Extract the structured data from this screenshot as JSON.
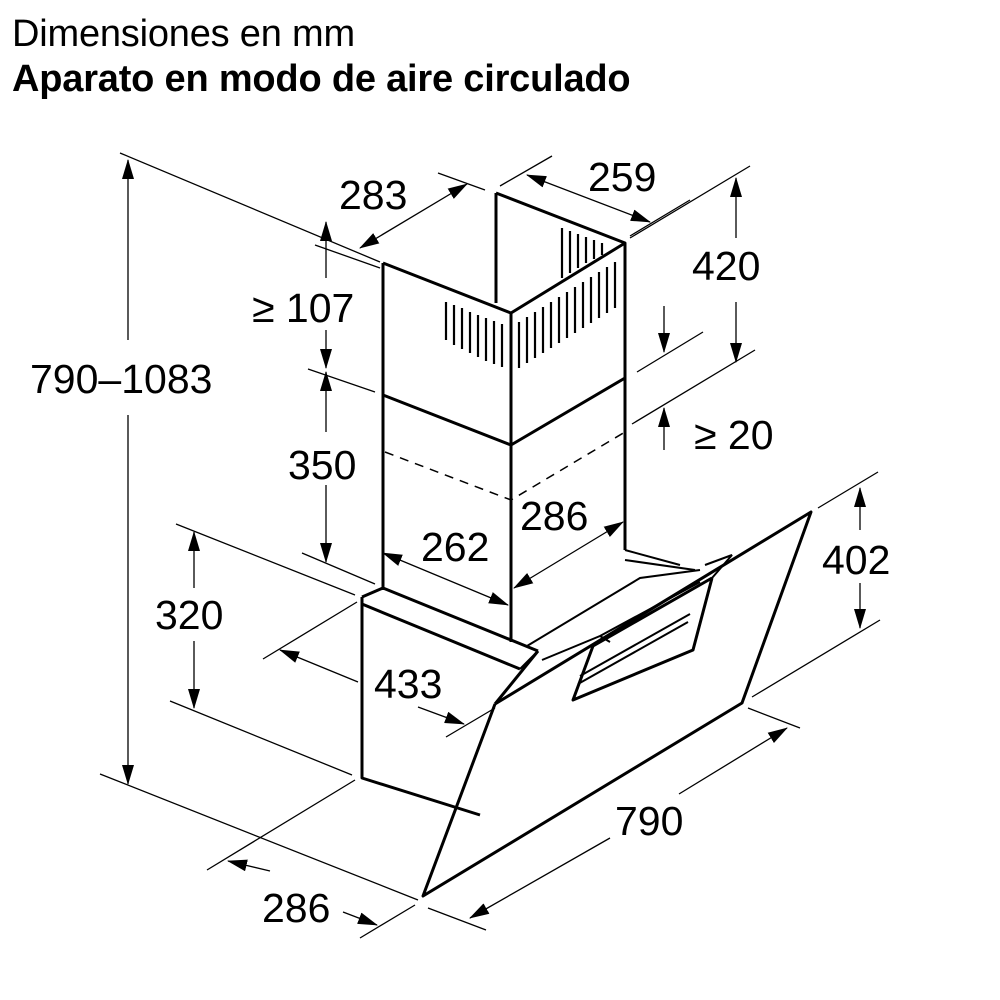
{
  "header": {
    "subtitle": "Dimensiones en mm",
    "title": "Aparato en modo de aire circulado"
  },
  "dimensions": {
    "chimney_upper_depth": "283",
    "chimney_upper_width": "259",
    "chimney_upper_height": "420",
    "top_clearance_min": "≥ 107",
    "chimney_lower_height": "350",
    "overlap_min": "≥ 20",
    "chimney_lower_width": "262",
    "chimney_lower_depth": "286",
    "body_height": "320",
    "body_depth": "433",
    "glass_panel_height": "402",
    "total_height": "790–1083",
    "base_depth": "286",
    "total_width": "790"
  },
  "colors": {
    "line": "#000000",
    "background": "#ffffff"
  }
}
